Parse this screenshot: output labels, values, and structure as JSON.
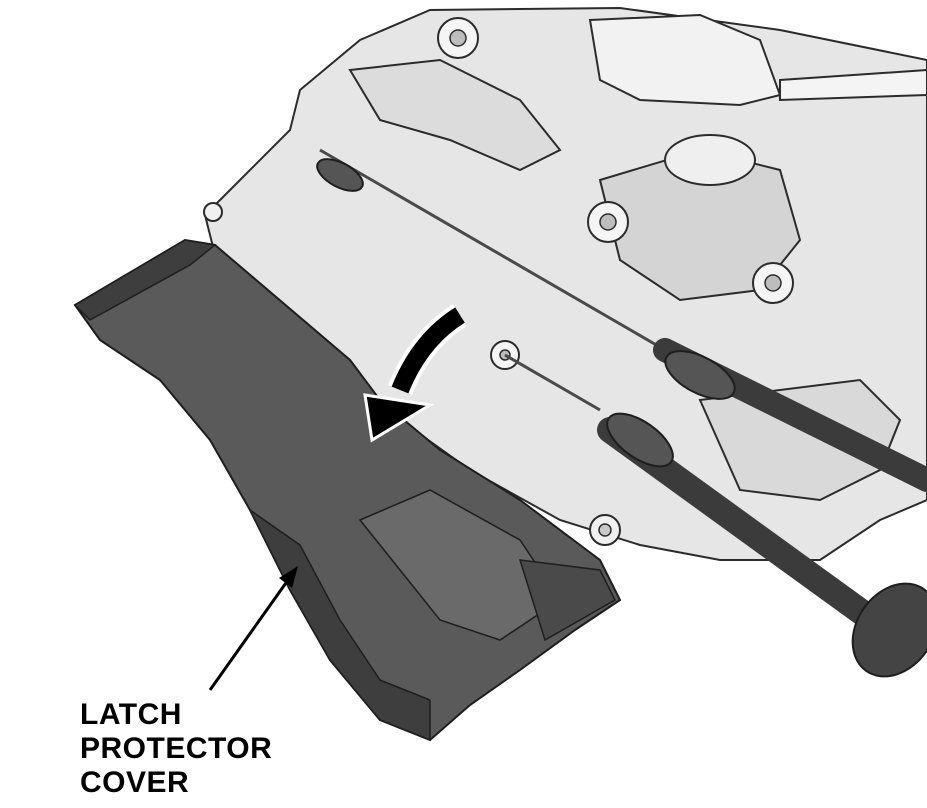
{
  "figure": {
    "callout": {
      "line1": "LATCH",
      "line2": "PROTECTOR",
      "line3": "COVER"
    },
    "colors": {
      "background": "#ffffff",
      "latch_body": "#e6e6e6",
      "latch_shadow": "#c4c4c4",
      "outline": "#2b2b2b",
      "protector_cover": "#5a5a5a",
      "protector_cover_dark": "#3e3e3e",
      "cable": "#4a4a4a",
      "arrow": "#000000"
    }
  }
}
